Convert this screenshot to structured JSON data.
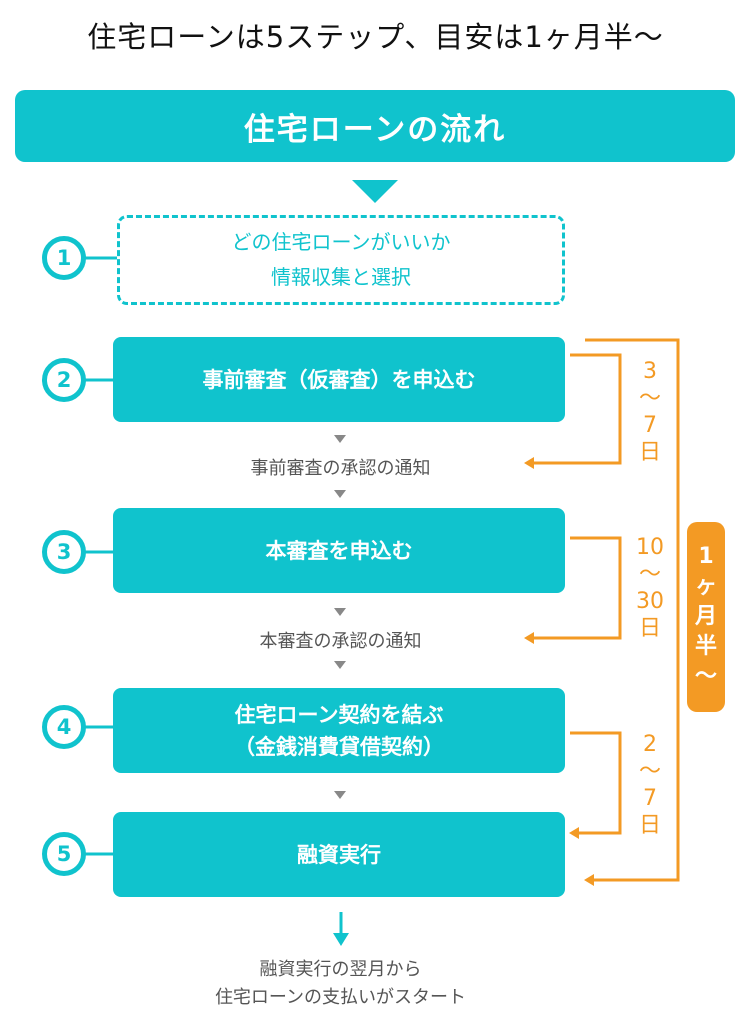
{
  "title": "住宅ローンは5ステップ、目安は1ヶ月半〜",
  "banner": "住宅ローンの流れ",
  "steps": [
    {
      "num": "1",
      "lines": [
        "どの住宅ローンがいいか",
        "情報収集と選択"
      ]
    },
    {
      "num": "2",
      "lines": [
        "事前審査（仮審査）を申込む"
      ]
    },
    {
      "num": "3",
      "lines": [
        "本審査を申込む"
      ]
    },
    {
      "num": "4",
      "lines": [
        "住宅ローン契約を結ぶ",
        "（金銭消費貸借契約）"
      ]
    },
    {
      "num": "5",
      "lines": [
        "融資実行"
      ]
    }
  ],
  "notes": [
    "事前審査の承認の通知",
    "本審査の承認の通知"
  ],
  "durations": [
    {
      "from": "3",
      "sep": "〜",
      "to": "7",
      "unit": "日"
    },
    {
      "from": "10",
      "sep": "〜",
      "to": "30",
      "unit": "日"
    },
    {
      "from": "2",
      "sep": "〜",
      "to": "7",
      "unit": "日"
    }
  ],
  "total": {
    "a": "1",
    "b": "ヶ",
    "c": "月",
    "d": "半",
    "e": "〜"
  },
  "footer": [
    "融資実行の翌月から",
    "住宅ローンの支払いがスタート"
  ],
  "colors": {
    "teal": "#10c3cd",
    "orange": "#f39a24",
    "gray": "#555555"
  }
}
